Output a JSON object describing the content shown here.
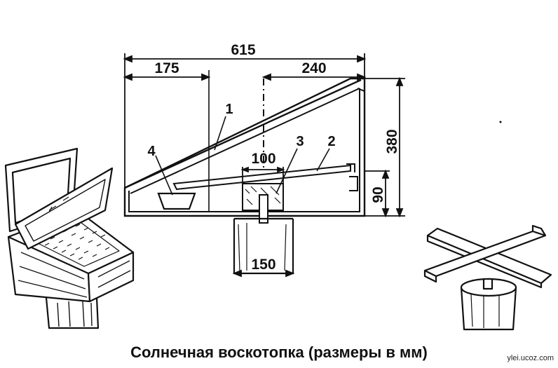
{
  "caption": "Солнечная воскотопка (размеры в мм)",
  "watermark": "ylei.ucoz.com",
  "dimensions": {
    "total_width": "615",
    "left_part": "175",
    "right_part": "240",
    "height": "380",
    "lower_height": "90",
    "gap": "100",
    "post_width": "150"
  },
  "callouts": {
    "glass": "1",
    "tray": "2",
    "wax_holder": "3",
    "collector": "4"
  }
}
